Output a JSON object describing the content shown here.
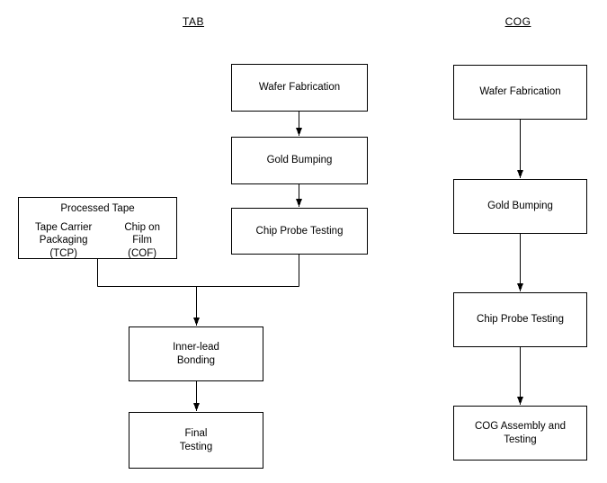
{
  "colors": {
    "line": "#000000",
    "background": "#ffffff",
    "text": "#000000"
  },
  "tab_flow": {
    "title": "TAB",
    "wafer_fabrication": "Wafer Fabrication",
    "gold_bumping": "Gold Bumping",
    "chip_probe_testing": "Chip Probe Testing",
    "processed_tape": {
      "title": "Processed Tape",
      "left_option": "Tape Carrier\nPackaging\n(TCP)",
      "right_option": "Chip on\nFilm\n(COF)"
    },
    "inner_lead_bonding": "Inner-lead\nBonding",
    "final_testing": "Final\nTesting"
  },
  "cog_flow": {
    "title": "COG",
    "wafer_fabrication": "Wafer Fabrication",
    "gold_bumping": "Gold Bumping",
    "chip_probe_testing": "Chip Probe Testing",
    "cog_assembly_and_testing": "COG Assembly and\nTesting"
  }
}
